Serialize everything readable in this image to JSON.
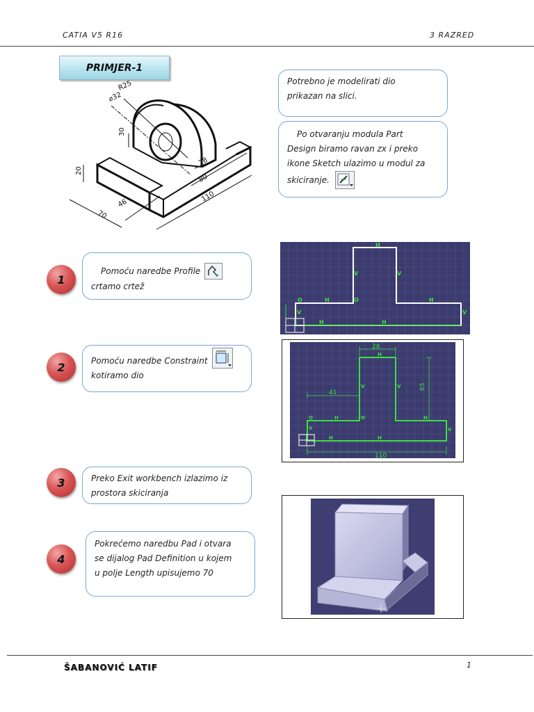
{
  "header": {
    "left": "CATIA V5 R16",
    "right": "3 RAZRED"
  },
  "title": "PRIMJER-1",
  "drawing": {
    "dimensions": [
      "R25",
      "⌀32",
      "30",
      "20",
      "28",
      "80",
      "110",
      "46",
      "70"
    ]
  },
  "intro": {
    "line1": "Potrebno je modelirati dio",
    "line2": "prikazan na slici.",
    "p2_line1": "Po otvaranju modula Part",
    "p2_line2": "Design biramo ravan zx i preko",
    "p2_line3": "ikone Sketch ulazimo u modul za",
    "p2_line4": "skiciranje."
  },
  "steps": [
    {
      "num": "1",
      "line1": "Pomoću naredbe Profile",
      "line2": "crtamo crtež"
    },
    {
      "num": "2",
      "line1": "Pomoću naredbe Constraint",
      "line2": "kotiramo dio"
    },
    {
      "num": "3",
      "line1": "Preko Exit workbench izlazimo iz",
      "line2": "prostora skiciranja"
    },
    {
      "num": "4",
      "line1": "Pokrećemo naredbu Pad i otvara",
      "line2": "se dijalog Pad Definition u kojem",
      "line3": "u polje Length upisujemo 70"
    }
  ],
  "sketch2_dims": {
    "top": "28",
    "right": "65",
    "left": "41",
    "bottom": "110"
  },
  "footer": {
    "name": "ŠABANOVIĆ LATIF",
    "page": "1"
  }
}
